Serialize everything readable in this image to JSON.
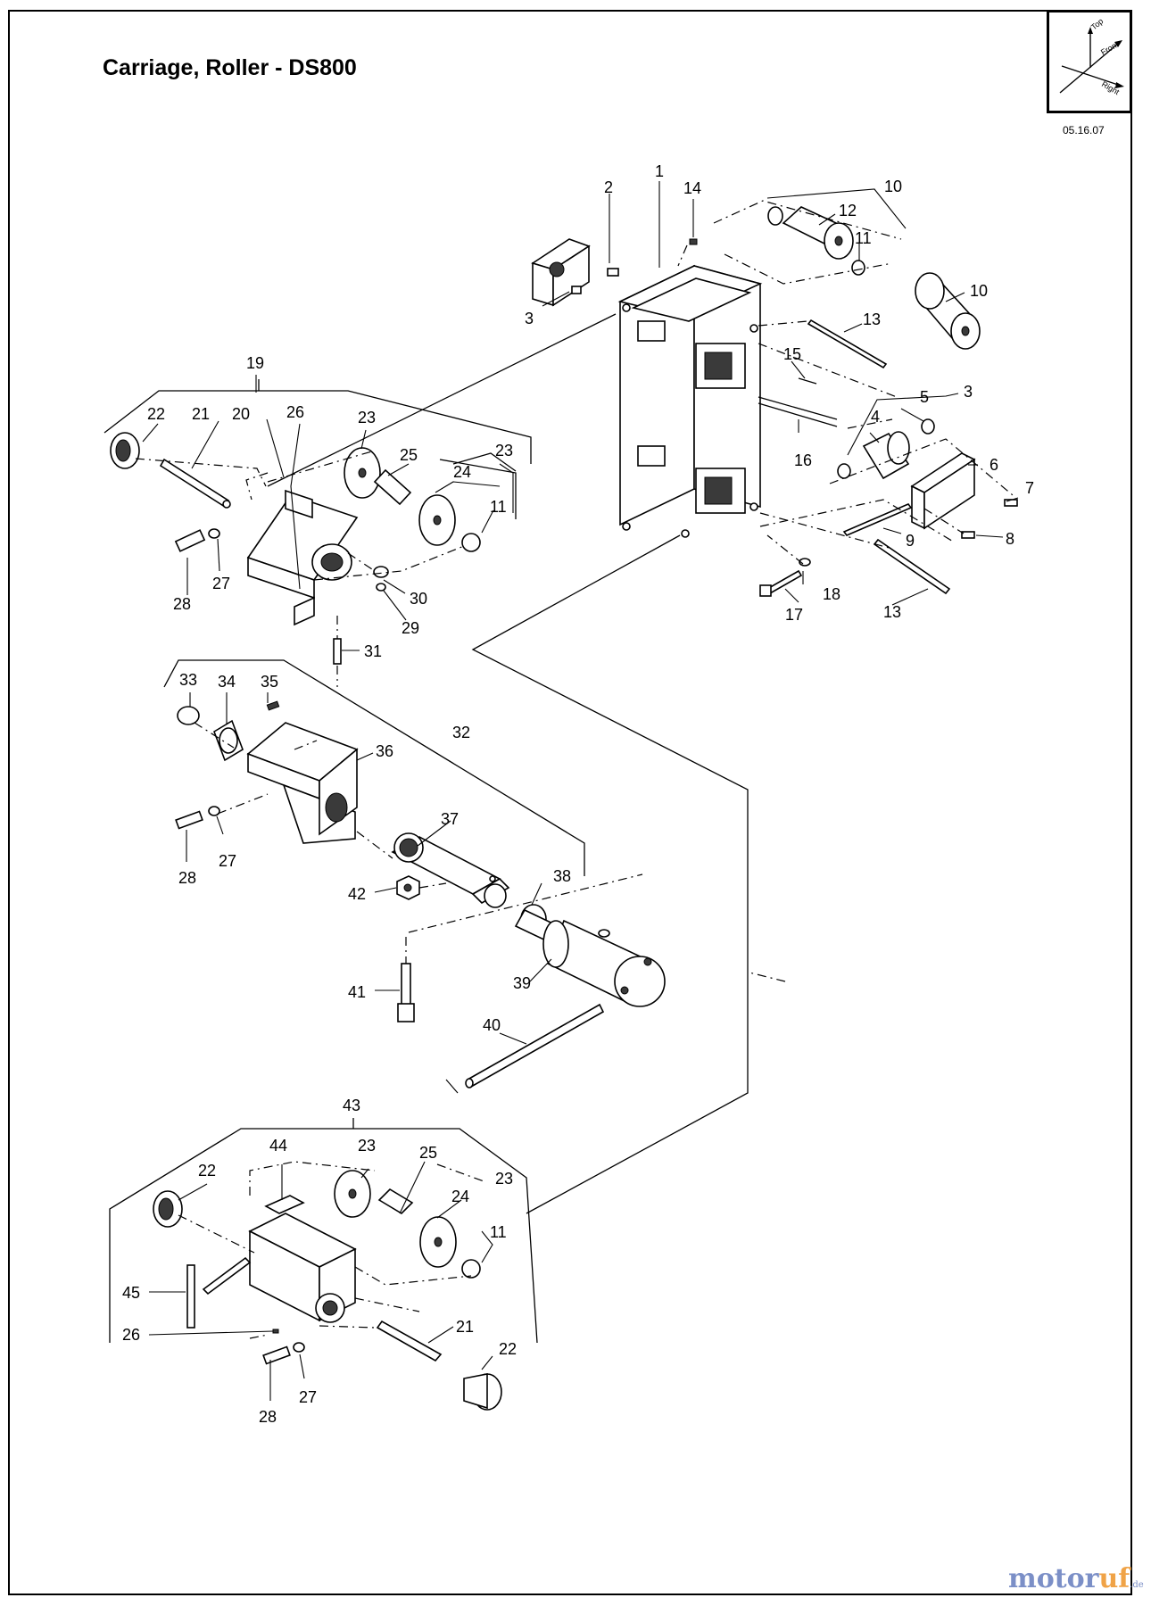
{
  "title": "Carriage, Roller - DS800",
  "date": "05.16.07",
  "orientation": {
    "top": "Top",
    "front": "Front",
    "right": "Right"
  },
  "logo": {
    "a": "motor",
    "b": "uf",
    "c": ".de"
  },
  "callouts": {
    "c1": "1",
    "c2": "2",
    "c3a": "3",
    "c3b": "3",
    "c4": "4",
    "c5": "5",
    "c6": "6",
    "c7": "7",
    "c8": "8",
    "c9": "9",
    "c10a": "10",
    "c10b": "10",
    "c11a": "11",
    "c11b": "11",
    "c11c": "11",
    "c12": "12",
    "c13a": "13",
    "c13b": "13",
    "c14": "14",
    "c15": "15",
    "c16": "16",
    "c17": "17",
    "c18": "18",
    "c19": "19",
    "c20": "20",
    "c21a": "21",
    "c21b": "21",
    "c22a": "22",
    "c22b": "22",
    "c22c": "22",
    "c23a": "23",
    "c23b": "23",
    "c23c": "23",
    "c23d": "23",
    "c24a": "24",
    "c24b": "24",
    "c25a": "25",
    "c25b": "25",
    "c26a": "26",
    "c26b": "26",
    "c27a": "27",
    "c27b": "27",
    "c27c": "27",
    "c28a": "28",
    "c28b": "28",
    "c28c": "28",
    "c29": "29",
    "c30": "30",
    "c31": "31",
    "c32": "32",
    "c33": "33",
    "c34": "34",
    "c35": "35",
    "c36": "36",
    "c37": "37",
    "c38": "38",
    "c39": "39",
    "c40": "40",
    "c41": "41",
    "c42": "42",
    "c43": "43",
    "c44": "44",
    "c45": "45"
  }
}
